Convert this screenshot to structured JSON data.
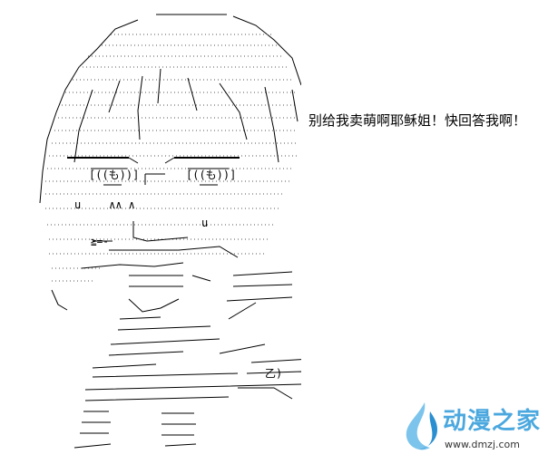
{
  "speech_text": "别给我卖萌啊耶稣姐！快回答我啊！",
  "watermark": {
    "title": "动漫之家",
    "url": "www.dmzj.com",
    "accent": "#4ba8df"
  },
  "colors": {
    "background": "#ffffff",
    "ink": "#000000"
  }
}
